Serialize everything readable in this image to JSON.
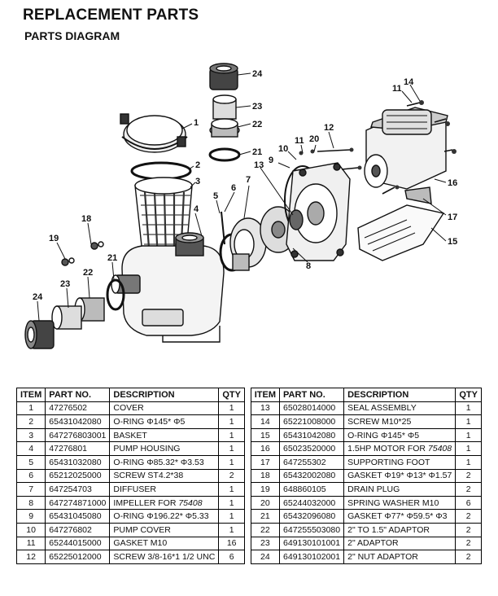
{
  "header": {
    "title": "REPLACEMENT PARTS",
    "subtitle": "PARTS DIAGRAM"
  },
  "diagram": {
    "callouts": [
      "1",
      "2",
      "3",
      "4",
      "5",
      "6",
      "7",
      "8",
      "9",
      "10",
      "11",
      "12",
      "13",
      "14",
      "15",
      "16",
      "17",
      "18",
      "19",
      "20",
      "21",
      "22",
      "23",
      "24",
      "24",
      "23",
      "22",
      "21",
      "11"
    ]
  },
  "table": {
    "headers": {
      "item": "ITEM",
      "part": "PART NO.",
      "desc": "DESCRIPTION",
      "qty": "QTY"
    },
    "left": [
      {
        "item": "1",
        "part": "47276502",
        "desc": "COVER",
        "qty": "1"
      },
      {
        "item": "2",
        "part": "65431042080",
        "desc": "O-RING  Φ145* Φ5",
        "qty": "1"
      },
      {
        "item": "3",
        "part": "647276803001",
        "desc": "BASKET",
        "qty": "1"
      },
      {
        "item": "4",
        "part": "47276801",
        "desc": "PUMP HOUSING",
        "qty": "1"
      },
      {
        "item": "5",
        "part": "65431032080",
        "desc": "O-RING  Φ85.32* Φ3.53",
        "qty": "1"
      },
      {
        "item": "6",
        "part": "65212025000",
        "desc": "SCREW ST4.2*38",
        "qty": "2"
      },
      {
        "item": "7",
        "part": "647254703",
        "desc": "DIFFUSER",
        "qty": "1"
      },
      {
        "item": "8",
        "part": "647274871000",
        "desc": "IMPELLER FOR ",
        "desc_em": "75408",
        "qty": "1"
      },
      {
        "item": "9",
        "part": "65431045080",
        "desc": "O-RING  Φ196.22* Φ5.33",
        "qty": "1"
      },
      {
        "item": "10",
        "part": "647276802",
        "desc": "PUMP COVER",
        "qty": "1"
      },
      {
        "item": "11",
        "part": "65244015000",
        "desc": "GASKET M10",
        "qty": "16"
      },
      {
        "item": "12",
        "part": "65225012000",
        "desc": "SCREW 3/8-16*1 1/2 UNC",
        "qty": "6"
      }
    ],
    "right": [
      {
        "item": "13",
        "part": "65028014000",
        "desc": "SEAL ASSEMBLY",
        "qty": "1"
      },
      {
        "item": "14",
        "part": "65221008000",
        "desc": "SCREW M10*25",
        "qty": "1"
      },
      {
        "item": "15",
        "part": "65431042080",
        "desc": "O-RING  Φ145* Φ5",
        "qty": "1"
      },
      {
        "item": "16",
        "part": "65023520000",
        "desc": "1.5HP MOTOR FOR ",
        "desc_em": "75408",
        "qty": "1"
      },
      {
        "item": "17",
        "part": "647255302",
        "desc": "SUPPORTING FOOT",
        "qty": "1"
      },
      {
        "item": "18",
        "part": "65432002080",
        "desc": "GASKET Φ19* Φ13* Φ1.57",
        "qty": "2"
      },
      {
        "item": "19",
        "part": "648860105",
        "desc": "DRAIN PLUG",
        "qty": "2"
      },
      {
        "item": "20",
        "part": "65244032000",
        "desc": "SPRING WASHER M10",
        "qty": "6"
      },
      {
        "item": "21",
        "part": "65432096080",
        "desc": "GASKET Φ77* Φ59.5* Φ3",
        "qty": "2"
      },
      {
        "item": "22",
        "part": "647255503080",
        "desc": "2\" TO 1.5\" ADAPTOR",
        "qty": "2"
      },
      {
        "item": "23",
        "part": "649130101001",
        "desc": "2\" ADAPTOR",
        "qty": "2"
      },
      {
        "item": "24",
        "part": "649130102001",
        "desc": "2\" NUT ADAPTOR",
        "qty": "2"
      }
    ]
  }
}
